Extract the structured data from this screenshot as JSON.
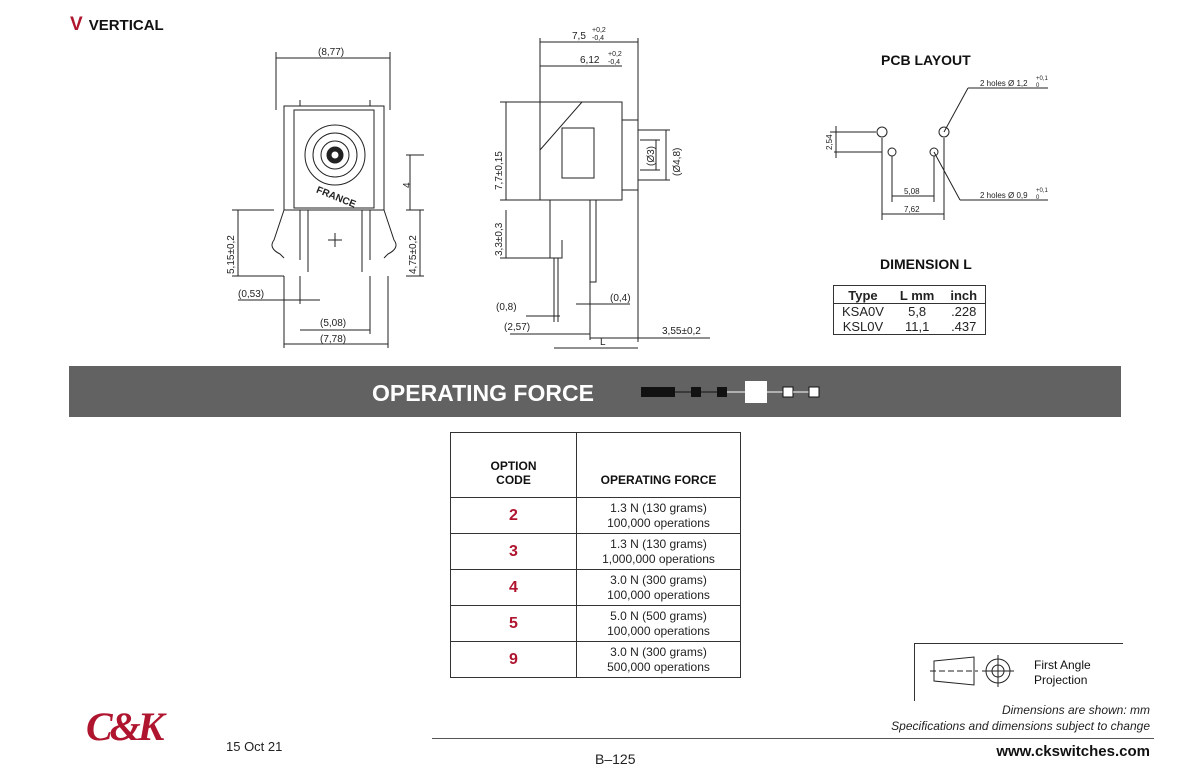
{
  "section": {
    "letter": "V",
    "title": "VERTICAL"
  },
  "front_view": {
    "dims": [
      "(8,77)",
      "4",
      "5,15±0,2",
      "4,75±0,2",
      "(0,53)",
      "(5,08)",
      "(7,78)"
    ],
    "marking": "FRANCE"
  },
  "side_view": {
    "dims": [
      "7,5",
      "+0,2",
      "-0,4",
      "6,12",
      "+0,2",
      "-0,4",
      "7,7±0,15",
      "3,3±0,3",
      "(Ø3)",
      "(Ø4,8)",
      "(0,8)",
      "(0,4)",
      "(2,57)",
      "3,55±0,2",
      "L"
    ]
  },
  "pcb_layout": {
    "title": "PCB LAYOUT",
    "holes_large": "2 holes Ø 1,2",
    "holes_large_tol": "+0,1",
    "holes_large_tol_lo": "0",
    "holes_small": "2 holes Ø 0,9",
    "holes_small_tol": "+0,1",
    "holes_small_tol_lo": "0",
    "dims": [
      "2,54",
      "5,08",
      "7,62"
    ]
  },
  "dimension_l": {
    "title": "DIMENSION L",
    "headers": [
      "Type",
      "L mm",
      "inch"
    ],
    "rows": [
      [
        "KSA0V",
        "5,8",
        ".228"
      ],
      [
        "KSL0V",
        "11,1",
        ".437"
      ]
    ]
  },
  "operating_force": {
    "title": "OPERATING FORCE",
    "headers": [
      "OPTION\nCODE",
      "OPERATING FORCE"
    ],
    "rows": [
      {
        "code": "2",
        "force": "1.3 N (130 grams)",
        "life": "100,000 operations"
      },
      {
        "code": "3",
        "force": "1.3 N (130 grams)",
        "life": "1,000,000 operations"
      },
      {
        "code": "4",
        "force": "3.0 N (300 grams)",
        "life": "100,000 operations"
      },
      {
        "code": "5",
        "force": "5.0 N (500 grams)",
        "life": "100,000 operations"
      },
      {
        "code": "9",
        "force": "3.0 N (300 grams)",
        "life": "500,000 operations"
      }
    ]
  },
  "projection": {
    "line1": "First Angle",
    "line2": "Projection"
  },
  "notes": {
    "units": "Dimensions are shown: mm",
    "change": "Specifications and dimensions subject to change"
  },
  "footer": {
    "logo": "C&K",
    "date": "15 Oct 21",
    "page": "B–125",
    "url": "www.ckswitches.com"
  },
  "colors": {
    "accent": "#b0152f",
    "band": "#626262"
  }
}
